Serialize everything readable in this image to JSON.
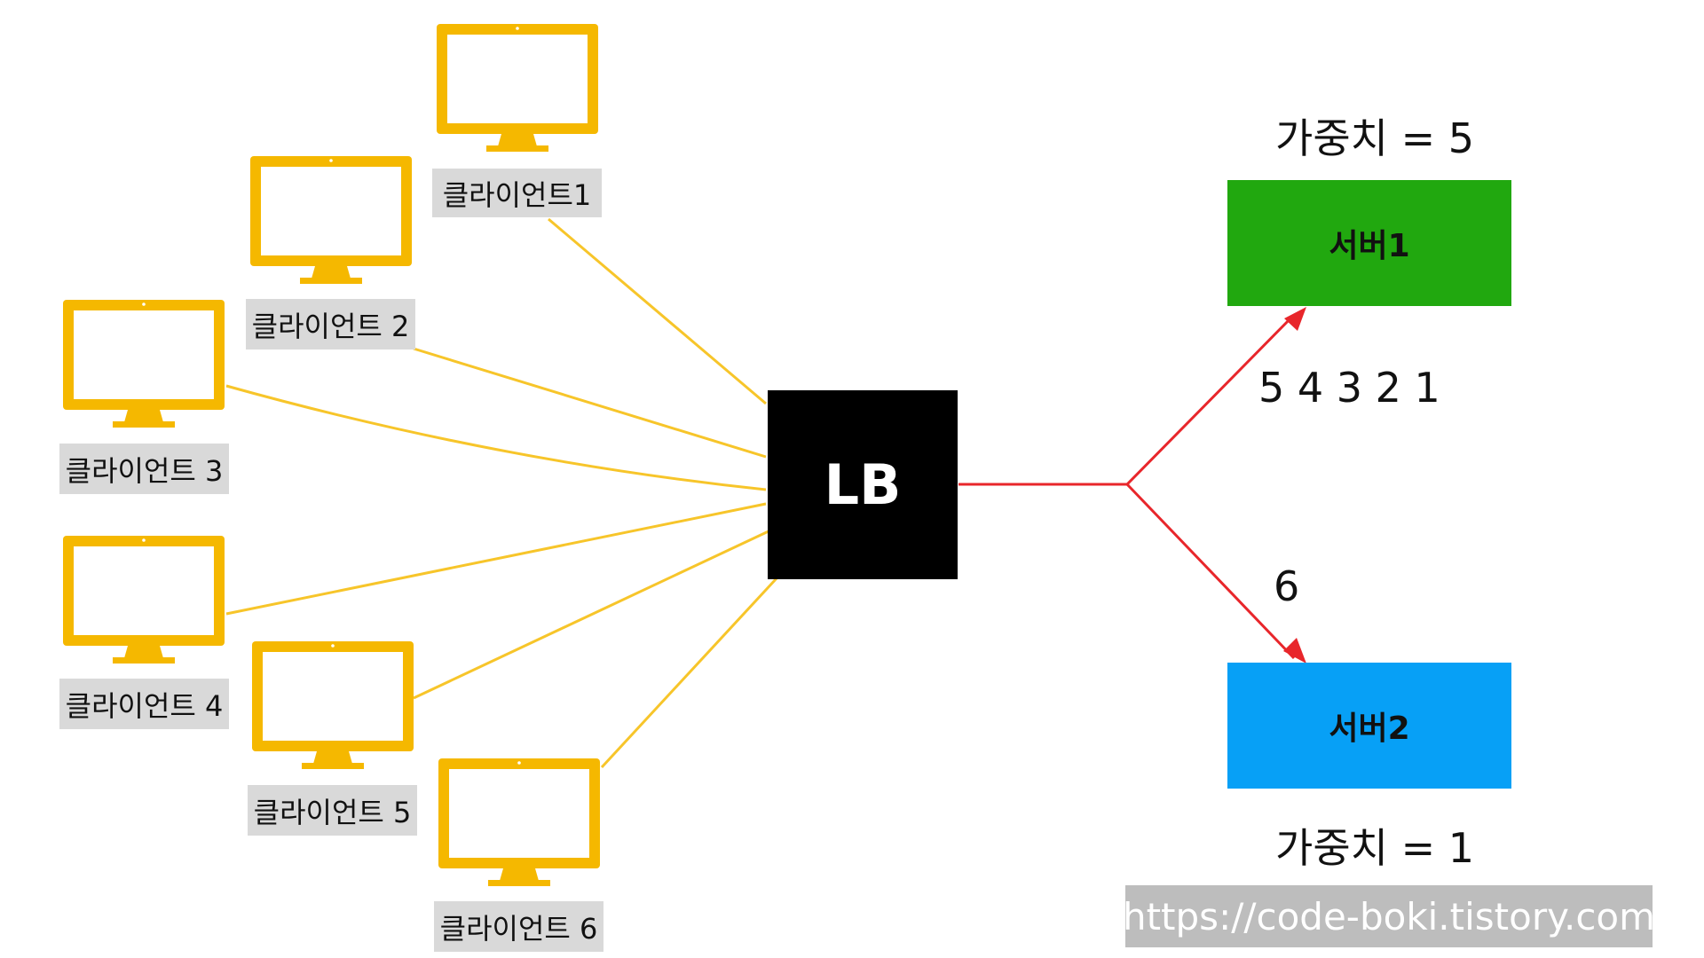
{
  "colors": {
    "monitor": "#f5b800",
    "client_line": "#f7c52a",
    "server_line": "#e8262b",
    "lb": "#000000",
    "server1": "#21a80f",
    "server2": "#07a0f6",
    "label_bg": "#d9d9d9",
    "watermark_bg": "#bdbdbd"
  },
  "clients": [
    {
      "label": "클라이언트1",
      "icon": "monitor-icon"
    },
    {
      "label": "클라이언트 2",
      "icon": "monitor-icon"
    },
    {
      "label": "클라이언트 3",
      "icon": "monitor-icon"
    },
    {
      "label": "클라이언트 4",
      "icon": "monitor-icon"
    },
    {
      "label": "클라이언트 5",
      "icon": "monitor-icon"
    },
    {
      "label": "클라이언트 6",
      "icon": "monitor-icon"
    }
  ],
  "load_balancer": {
    "label": "LB"
  },
  "servers": [
    {
      "label": "서버1",
      "weight_text": "가중치 = 5",
      "sequence": "5 4 3 2 1"
    },
    {
      "label": "서버2",
      "weight_text": "가중치 = 1",
      "sequence": "6"
    }
  ],
  "watermark": "https://code-boki.tistory.com"
}
